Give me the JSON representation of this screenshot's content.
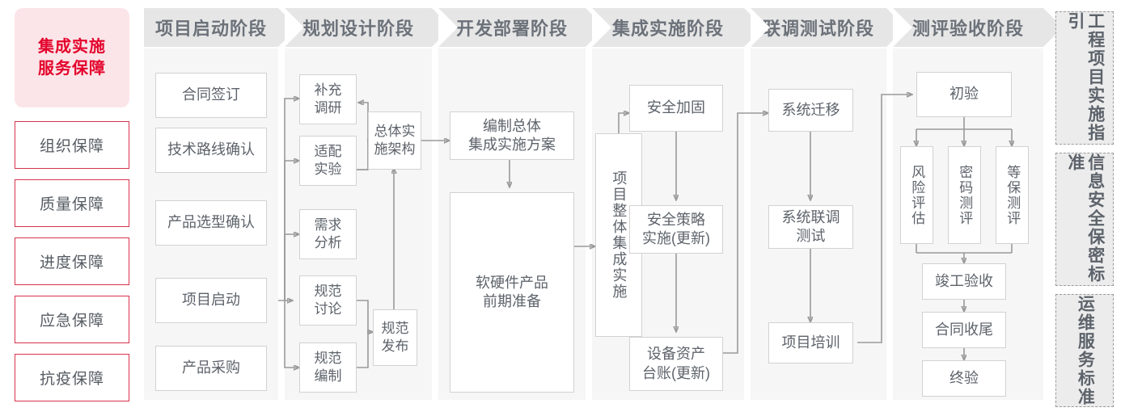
{
  "sidebar": {
    "title": "集成实施\n服务保障",
    "title_line1": "集成实施",
    "title_line2": "服务保障",
    "items": [
      {
        "label": "组织保障"
      },
      {
        "label": "质量保障"
      },
      {
        "label": "进度保障"
      },
      {
        "label": "应急保障"
      },
      {
        "label": "抗疫保障"
      }
    ],
    "accent_color": "#e3032b",
    "title_bg": "#fbe5e9",
    "border_color": "#d9334c"
  },
  "phases": [
    {
      "id": "startup",
      "header": "项目启动阶段",
      "nodes": [
        {
          "id": "contract",
          "label": "合同签订"
        },
        {
          "id": "tech-route",
          "label": "技术路线确认"
        },
        {
          "id": "product-select",
          "label": "产品选型确认"
        },
        {
          "id": "project-kickoff",
          "label": "项目启动"
        },
        {
          "id": "product-purchase",
          "label": "产品采购"
        }
      ]
    },
    {
      "id": "planning",
      "header": "规划设计阶段",
      "nodes": [
        {
          "id": "extra-research",
          "label": "补充\n调研",
          "l1": "补充",
          "l2": "调研"
        },
        {
          "id": "adapt-test",
          "label": "适配\n实验",
          "l1": "适配",
          "l2": "实验"
        },
        {
          "id": "req-analysis",
          "label": "需求\n分析",
          "l1": "需求",
          "l2": "分析"
        },
        {
          "id": "spec-discuss",
          "label": "规范\n讨论",
          "l1": "规范",
          "l2": "讨论"
        },
        {
          "id": "spec-draft",
          "label": "规范\n编制",
          "l1": "规范",
          "l2": "编制"
        },
        {
          "id": "overall-arch",
          "label": "总体实\n施架构",
          "l1": "总体实",
          "l2": "施架构"
        },
        {
          "id": "spec-release",
          "label": "规范\n发布",
          "l1": "规范",
          "l2": "发布"
        }
      ]
    },
    {
      "id": "develop",
      "header": "开发部署阶段",
      "nodes": [
        {
          "id": "make-plan",
          "label": "编制总体\n集成实施方案",
          "l1": "编制总体",
          "l2": "集成实施方案"
        },
        {
          "id": "hw-sw-prep",
          "label": "软硬件产品\n前期准备",
          "l1": "软硬件产品",
          "l2": "前期准备"
        }
      ]
    },
    {
      "id": "integration",
      "header": "集成实施阶段",
      "nodes": [
        {
          "id": "overall-integration",
          "label": "项目整体集成实施"
        },
        {
          "id": "security-harden",
          "label": "安全加固"
        },
        {
          "id": "security-policy",
          "label": "安全策略\n实施(更新)",
          "l1": "安全策略",
          "l2": "实施(更新)"
        },
        {
          "id": "asset-ledger",
          "label": "设备资产\n台账(更新)",
          "l1": "设备资产",
          "l2": "台账(更新)"
        }
      ]
    },
    {
      "id": "joint-test",
      "header": "联调测试阶段",
      "nodes": [
        {
          "id": "sys-migration",
          "label": "系统迁移"
        },
        {
          "id": "sys-joint-test",
          "label": "系统联调\n测试",
          "l1": "系统联调",
          "l2": "测试"
        },
        {
          "id": "project-training",
          "label": "项目培训"
        }
      ]
    },
    {
      "id": "acceptance",
      "header": "测评验收阶段",
      "nodes": [
        {
          "id": "first-acceptance",
          "label": "初验"
        },
        {
          "id": "risk-assess",
          "label": "风险评估"
        },
        {
          "id": "crypto-eval",
          "label": "密码测评"
        },
        {
          "id": "grade-eval",
          "label": "等保测评"
        },
        {
          "id": "final-acceptance",
          "label": "竣工验收"
        },
        {
          "id": "contract-close",
          "label": "合同收尾"
        },
        {
          "id": "final-check",
          "label": "终验"
        }
      ]
    }
  ],
  "standards": [
    {
      "id": "eng-guide",
      "label": "工程项目实施指引"
    },
    {
      "id": "infosec-std",
      "label": "信息安全保密标准"
    },
    {
      "id": "ops-std",
      "label": "运维服务标准"
    }
  ],
  "colors": {
    "column_bg": "#f6f6f6",
    "column_header_bg": "#e6e6e6",
    "node_border": "#d2d2d2",
    "node_text": "#5d636b",
    "connector": "#9a9a9a",
    "standards_bg": "#ececec",
    "standards_border": "#9a9a9a"
  }
}
